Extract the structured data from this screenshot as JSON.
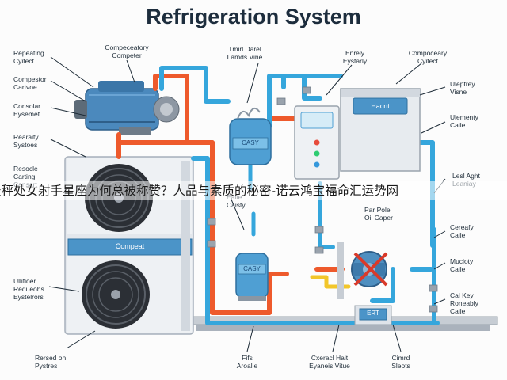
{
  "title": "Refrigeration System",
  "labels": {
    "left": [
      {
        "key": "l1",
        "text": "Repeating\nCyitect"
      },
      {
        "key": "l2",
        "text": "Compestor\nCartvoe"
      },
      {
        "key": "l3",
        "text": "Consolar\nEysemet"
      },
      {
        "key": "l4",
        "text": "Rearaity\nSystoes"
      },
      {
        "key": "l5",
        "text": "Resocle\nCarting\nCansart"
      },
      {
        "key": "l6",
        "text": "Ullifioer\nRedueohs\nEystelrors"
      },
      {
        "key": "l7",
        "text": "Rersed on\nPystres"
      }
    ],
    "top": [
      {
        "key": "t1",
        "text": "Compeceatory\nCompeter"
      },
      {
        "key": "t2",
        "text": "Tmirl Darel\nLamds Vine"
      },
      {
        "key": "t3",
        "text": "Enrely\nEystarly"
      },
      {
        "key": "t4",
        "text": "Compoceary\nCyitect"
      }
    ],
    "right": [
      {
        "key": "r1",
        "text": "Ulepfrey\nVisne"
      },
      {
        "key": "r2",
        "text": "Ulementy\nCaile"
      },
      {
        "key": "r3",
        "text": "Lesl Aght\nLeaniay"
      },
      {
        "key": "r4",
        "text": "Par Pole\nOil Caper"
      },
      {
        "key": "r5",
        "text": "Cereafy\nCaile"
      },
      {
        "key": "r6",
        "text": "Mucloty\nCaile"
      },
      {
        "key": "r7",
        "text": "Cal Key\nRoneably\nCaile"
      }
    ],
    "bottom": [
      {
        "key": "b1",
        "text": "Fifs\nAroalle"
      },
      {
        "key": "b2",
        "text": "Cxeracl Hait\nEyaneis Vitue"
      },
      {
        "key": "b3",
        "text": "Cimrd\nSleots"
      }
    ],
    "mid": [
      {
        "key": "m1",
        "text": "Ealte\nCaisty"
      }
    ]
  },
  "units": {
    "condenser_tag": "Compeat",
    "receiver_tag": "CASY",
    "accumulator_tag": "CASY",
    "evaporator_tag": "Hacnt",
    "valve_box_tag": "ERT"
  },
  "banner": "天秤处女射手星座为何总被称赞？人品与素质的秘密-诺云鸿宝福命汇运势网",
  "colors": {
    "hot_line": "#ee5a2c",
    "cold_line": "#35a6dc",
    "frame": "#dfe3e8",
    "frame_edge": "#b6bec8",
    "panel_blue": "#4b94c8",
    "compressor": "#4b89bd",
    "banner_bg": "rgba(255,255,255,0.55)"
  }
}
